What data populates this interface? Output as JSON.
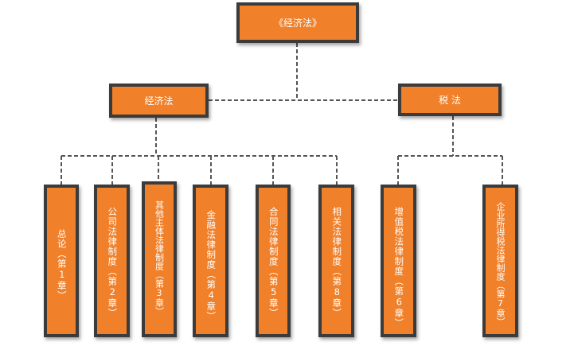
{
  "diagram": {
    "root": {
      "label": "《经济法》"
    },
    "branches": [
      {
        "id": "jingjifa",
        "label": "经济法",
        "chapters": [
          {
            "id": "ch1",
            "label": "总论（第1章）"
          },
          {
            "id": "ch2",
            "label": "公司法律制度（第2章）"
          },
          {
            "id": "ch3",
            "label": "其他主体法律制度（第3章）"
          },
          {
            "id": "ch4",
            "label": "金融法律制度（第4章）"
          },
          {
            "id": "ch5",
            "label": "合同法律制度（第5章）"
          },
          {
            "id": "ch8",
            "label": "相关法律制度（第8章）"
          }
        ]
      },
      {
        "id": "shuifa",
        "label": "税 法",
        "chapters": [
          {
            "id": "ch6",
            "label": "增值税法律制度（第6章）"
          },
          {
            "id": "ch7",
            "label": "企业所得税法律制度（第7章）"
          }
        ]
      }
    ],
    "colors": {
      "box_fill": "#f0802a",
      "box_border": "#3b3b3b",
      "text": "#ffffff",
      "connector": "#555555"
    }
  }
}
